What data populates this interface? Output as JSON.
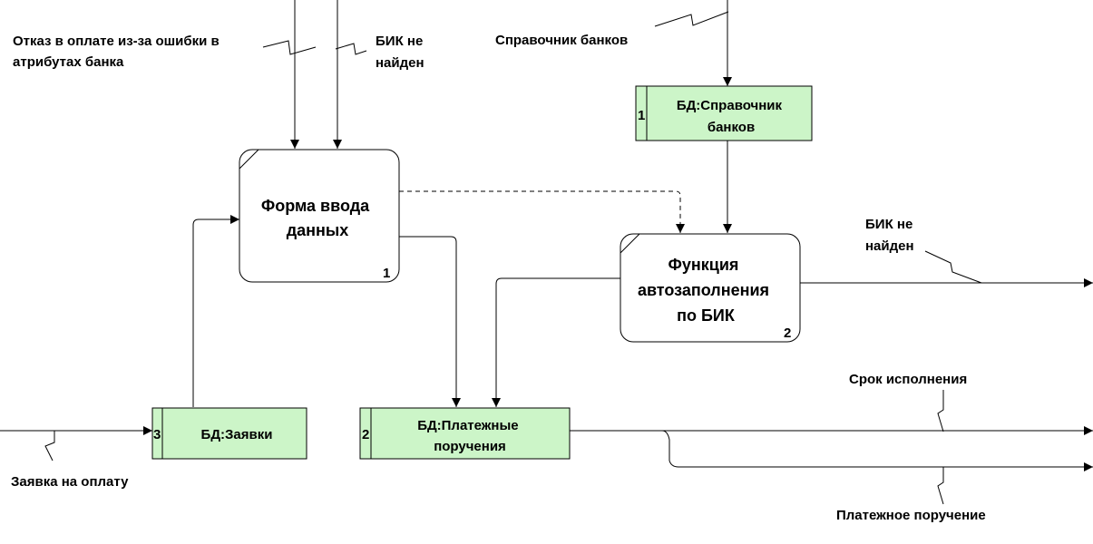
{
  "processes": [
    {
      "id": "p1",
      "title_lines": [
        "Форма ввода",
        "данных"
      ],
      "number": "1"
    },
    {
      "id": "p2",
      "title_lines": [
        "Функция",
        "автозаполнения",
        "по БИК"
      ],
      "number": "2"
    }
  ],
  "stores": [
    {
      "id": "s1",
      "number": "1",
      "lines": [
        "БД:Справочник",
        "банков"
      ]
    },
    {
      "id": "s3",
      "number": "3",
      "lines": [
        "БД:Заявки"
      ]
    },
    {
      "id": "s2",
      "number": "2",
      "lines": [
        "БД:Платежные",
        "поручения"
      ]
    }
  ],
  "labels": {
    "refusal": [
      "Отказ в оплате из-за ошибки в",
      "атрибутах банка"
    ],
    "bik_top": [
      "БИК не",
      "найден"
    ],
    "bank_ref": [
      "Справочник банков"
    ],
    "bik_right": [
      "БИК не",
      "найден"
    ],
    "deadline": [
      "Срок исполнения"
    ],
    "application": [
      "Заявка на оплату"
    ],
    "payment_order": [
      "Платежное поручение"
    ]
  },
  "colors": {
    "store_fill": "#ccf5c8",
    "line": "#000000",
    "background": "#ffffff"
  }
}
